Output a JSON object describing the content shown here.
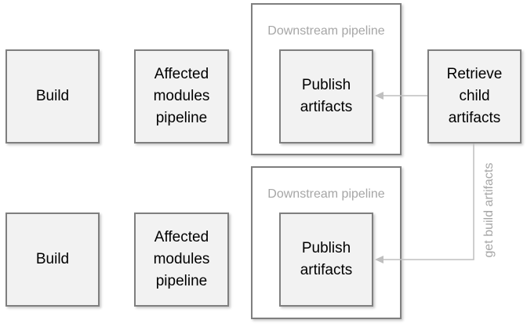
{
  "top_row": {
    "build": "Build",
    "affected_modules": "Affected\nmodules\npipeline",
    "container_label": "Downstream pipeline",
    "publish": "Publish\nartifacts"
  },
  "bottom_row": {
    "build": "Build",
    "affected_modules": "Affected\nmodules\npipeline",
    "container_label": "Downstream pipeline",
    "publish": "Publish\nartifacts"
  },
  "retrieve": "Retrieve\nchild\nartifacts",
  "edge_label": "get build artifacts",
  "colors": {
    "node_fill": "#f2f2f2",
    "border": "#7f7f7f",
    "muted_text": "#a6a6a6",
    "connector": "#bfbfbf"
  }
}
